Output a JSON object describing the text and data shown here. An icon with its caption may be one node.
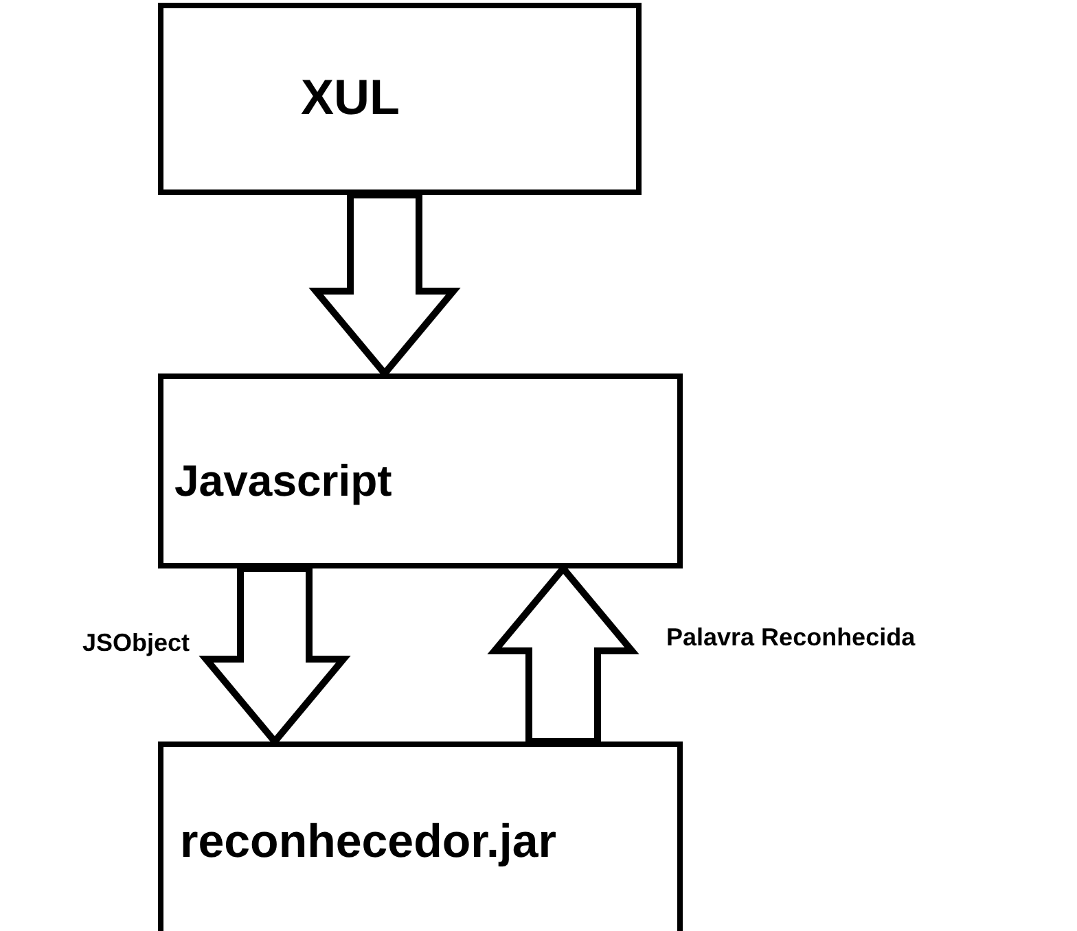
{
  "diagram": {
    "nodes": [
      {
        "text": [
          "XUL"
        ]
      },
      {
        "text": [
          "Javascript"
        ]
      },
      {
        "text": [
          "reconhecedor.jar"
        ]
      }
    ],
    "edges": [
      {
        "from": 0,
        "to": 1,
        "arrow": "to"
      },
      {
        "from": 1,
        "to": 2,
        "label": "JSObject",
        "arrow": "to"
      },
      {
        "from": 2,
        "to": 1,
        "label": "Palavra Reconhecida",
        "arrow": "to"
      }
    ]
  }
}
